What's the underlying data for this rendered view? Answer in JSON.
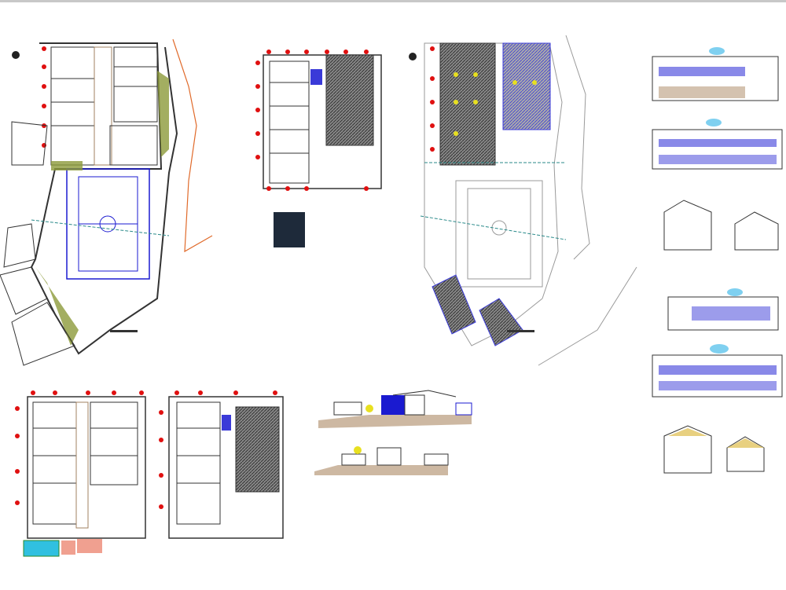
{
  "colors": {
    "wall": "#333333",
    "axis_bubble": "#e01010",
    "court": "#1a1ad0",
    "boundary": "#e06a2a",
    "green_area": "#8c9a3a",
    "roof_hatch": "#555555",
    "roof_blue": "#3a3ad8",
    "site_outline": "#9a9a9a",
    "ground": "#b89a7a",
    "sky_cloud": "#7fd0f0"
  },
  "sheets": [
    {
      "kind": "site-plan"
    },
    {
      "kind": "floor-plan"
    },
    {
      "kind": "roof-plan"
    },
    {
      "kind": "elevations"
    },
    {
      "kind": "floor-plan"
    },
    {
      "kind": "floor-plan"
    },
    {
      "kind": "sections"
    }
  ]
}
